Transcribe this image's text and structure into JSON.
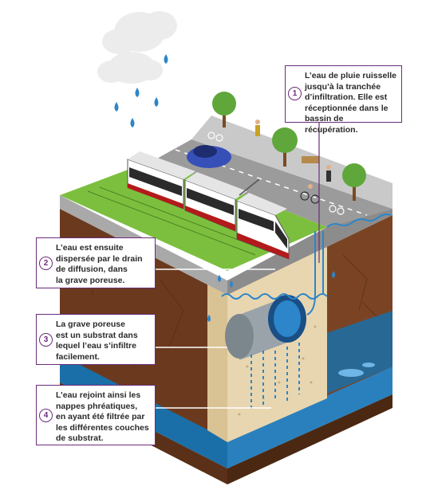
{
  "callouts": [
    {
      "num": "1",
      "text": "L’eau de pluie ruisselle\njusqu’à la tranchée\nd’infiltration. Elle est\nréceptionnée dans le\nbassin de récupération."
    },
    {
      "num": "2",
      "text": "L’eau est ensuite\ndispersée par le drain\nde diffusion, dans\nla grave poreuse."
    },
    {
      "num": "3",
      "text": "La grave poreuse\nest un substrat dans\nlequel l’eau s’infiltre\nfacilement."
    },
    {
      "num": "4",
      "text": "L’eau rejoint ainsi les\nnappes phréatiques,\nen ayant été filtrée par\nles différentes couches\nde substrat."
    }
  ],
  "colors": {
    "accent": "#6b2c7a",
    "water": "#2c86c9",
    "soil": "#6b3a1e",
    "grass": "#7cbf3e",
    "gravel": "#e8d6b0",
    "groundwater": "#1a6fa8"
  }
}
